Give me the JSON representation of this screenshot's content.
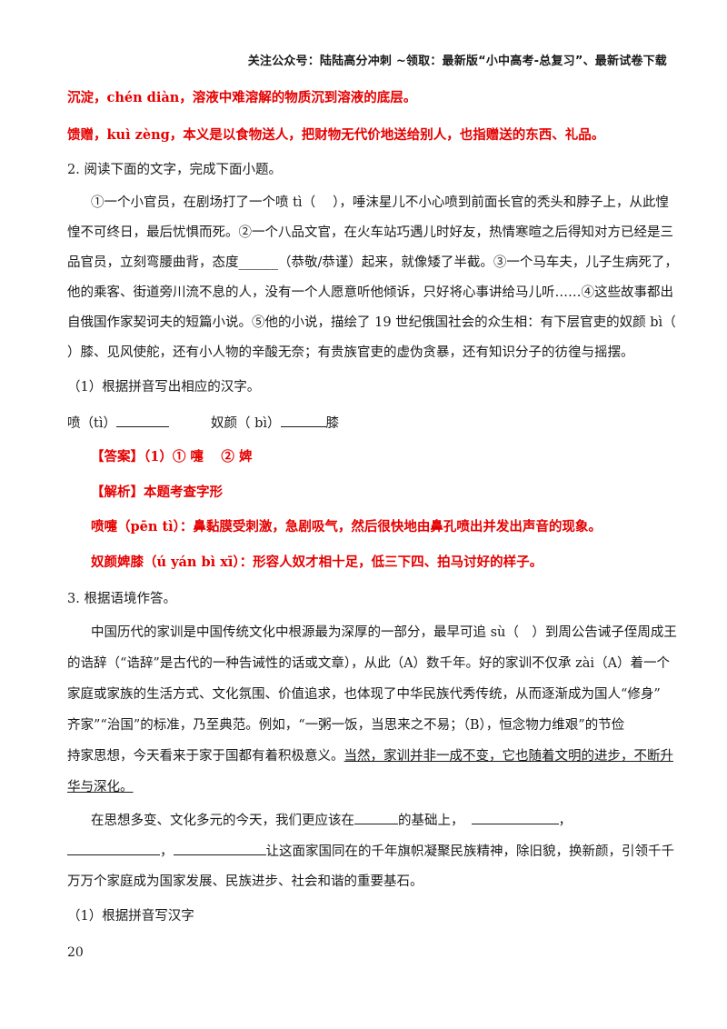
{
  "header": "关注公众号：陆陆高分冲刺 ~领取：最新版“小中高考-总复习”、最新试卷下载",
  "def1": "沉淀，chén diàn，溶液中难溶解的物质沉到溶液的底层。",
  "def2": "馈赠，kuì zèng，本义是以食物送人，把财物无代价地送给别人，也指赠送的东西、礼品。",
  "q2": {
    "title": "2. 阅读下面的文字，完成下面小题。",
    "lines": [
      "①一个小官员，在剧场打了一个喷 tì（　 ），唾沫星儿不小心喷到前面长官的秃头和脖子上，从此惶",
      "惶不可终日，最后忧惧而死。②一个八品文官，在火车站巧遇儿时好友，热情寒暄之后得知对方已经是三",
      "品官员，立刻弯腰曲背，态度______（恭敬/恭谨）起来，就像矮了半截。③一个马车夫，儿子生病死了，",
      "他的乘客、街道旁川流不息的人，没有一个人愿意听他倾诉，只好将心事讲给马儿听……④这些故事都出",
      "自俄国作家契诃夫的短篇小说。⑤他的小说，描绘了 19 世纪俄国社会的众生相：有下层官吏的奴颜 bì（",
      "）膝、见风使舵，还有小人物的辛酸无奈；有贵族官吏的虚伪贪暴，还有知识分子的彷徨与摇摆。"
    ],
    "sub1": "（1）根据拼音写出相应的汉字。",
    "fill_a": "喷（tì）",
    "fill_b": "奴颜（ bì）",
    "fill_b_tail": "膝",
    "answer": "【答案】（1）①  嚏　  ②  婢",
    "analysis": "【解析】本题考查字形",
    "exp1": "喷嚏（pēn tì）：鼻黏膜受刺激，急剧吸气，然后很快地由鼻孔喷出并发出声音的现象。",
    "exp2": "奴颜婢膝（ú yán bì xī）：形容人奴才相十足，低三下四、拍马讨好的样子。"
  },
  "q3": {
    "title": "3. 根据语境作答。",
    "lines": [
      "中国历代的家训是中国传统文化中根源最为深厚的一部分，最早可追 sù（　）到周公告诫子侄周成王",
      "的诰辞（“诰辞”是古代的一种告诫性的话或文章），从此（A）数千年。好的家训不仅承 zài（A）着一个",
      "家庭或家族的生活方式、文化氛围、价值追求，也体现了中华民族代秀传统，从而逐渐成为国人“修身”",
      "齐家”“治国”的标准，乃至典范。例如，“一粥一饭，当思来之不易；（B），恒念物力维艰”的节俭",
      "持家思想，今天看来于家于国都有着积极意义。"
    ],
    "underlined_a": "当然，家训并非一成不变，它也随着文明的进步，不断升",
    "underlined_b": "华与深化。",
    "para2_a": "在思想多变、文化多元的今天，我们更应该在",
    "para2_b": "的基础上，",
    "para2_c": "，",
    "para2_line2_mid": "，",
    "para2_line2_tail": "让这面家国同在的千年旗帜凝聚民族精神，除旧貌，换新颜，引领千千",
    "para2_line3": "万万个家庭成为国家发展、民族进步、社会和谐的重要基石。",
    "sub1": "（1）根据拼音写汉字"
  },
  "page_number": "20"
}
